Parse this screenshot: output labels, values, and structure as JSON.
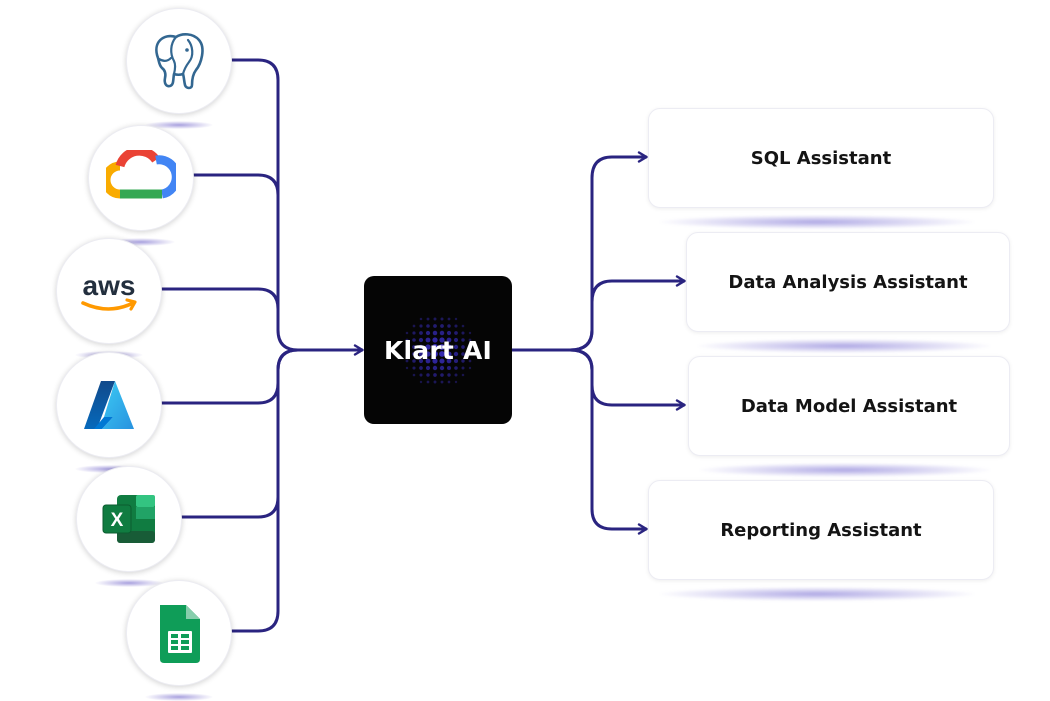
{
  "hub": {
    "title": "Klart AI"
  },
  "sources": [
    {
      "name": "PostgreSQL",
      "icon": "postgresql-elephant-icon"
    },
    {
      "name": "Google Cloud",
      "icon": "google-cloud-icon"
    },
    {
      "name": "AWS",
      "icon": "aws-icon",
      "text": "aws"
    },
    {
      "name": "Microsoft Azure",
      "icon": "azure-icon"
    },
    {
      "name": "Microsoft Excel",
      "icon": "excel-icon",
      "text": "X"
    },
    {
      "name": "Google Sheets",
      "icon": "google-sheets-icon"
    }
  ],
  "targets": [
    {
      "label": "SQL Assistant"
    },
    {
      "label": "Data Analysis Assistant"
    },
    {
      "label": "Data Model Assistant"
    },
    {
      "label": "Reporting Assistant"
    }
  ],
  "colors": {
    "connector": "#2a2480",
    "hub_background": "#050505",
    "hub_dots": "#3b2fc9",
    "glow": "#6254c4"
  }
}
